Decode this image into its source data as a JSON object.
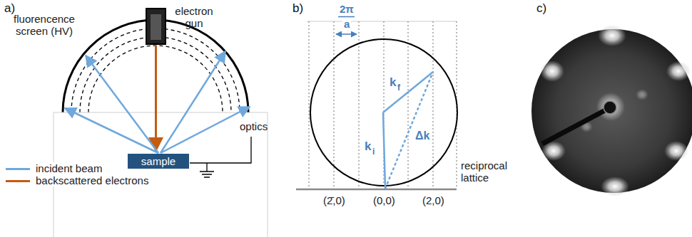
{
  "diagram": {
    "nodes": [
      {
        "text": [
          "sample"
        ]
      }
    ],
    "labels": [
      "a)",
      "fluorencence screen (HV)",
      "electron gun",
      "optics",
      "b)",
      "2π",
      "a",
      "k",
      "f",
      "k",
      "i",
      "Δk",
      "(2̄,0)",
      "(0,0)",
      "(2,0)",
      "reciprocal lattice",
      "c)"
    ],
    "legend": [
      {
        "text": "incident beam"
      },
      {
        "text": "backscattered electrons"
      }
    ]
  }
}
